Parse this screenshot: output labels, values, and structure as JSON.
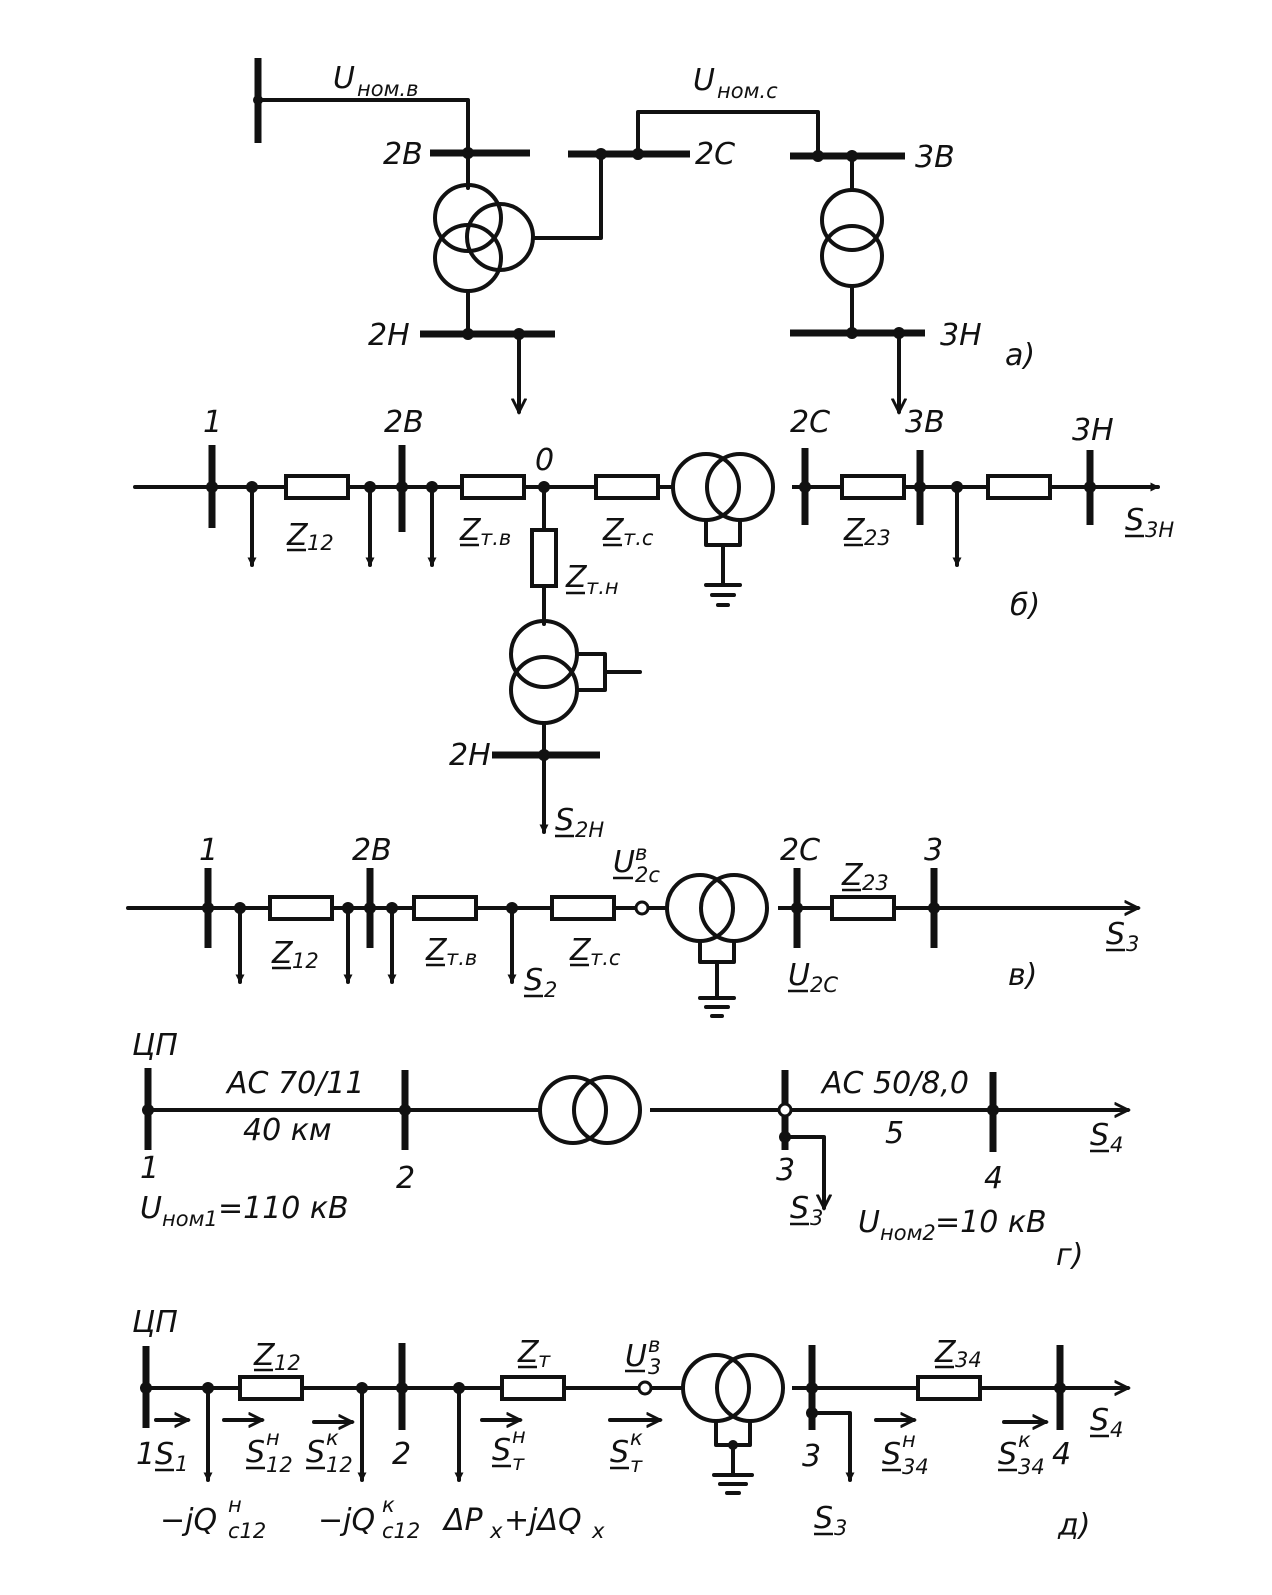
{
  "a": {
    "u_nom_v": "U",
    "u_nom_v_sub": "ном.в",
    "u_nom_s": "U",
    "u_nom_s_sub": "ном.с",
    "bus_2v": "2В",
    "bus_2s": "2С",
    "bus_3v": "3В",
    "bus_2n": "2Н",
    "bus_3n": "3Н",
    "tag": "а)"
  },
  "b": {
    "n1": "1",
    "n2v": "2В",
    "n0": "0",
    "n2s": "2С",
    "n3v": "3В",
    "n3n": "3Н",
    "n2n": "2Н",
    "z12": "Z",
    "z12_sub": "12",
    "ztv": "Z",
    "ztv_sub": "т.в",
    "zts": "Z",
    "zts_sub": "т.с",
    "ztn": "Z",
    "ztn_sub": "т.н",
    "z23": "Z",
    "z23_sub": "23",
    "s3n": "S",
    "s3n_sub": "3Н",
    "s2n": "S",
    "s2n_sub": "2Н",
    "tag": "б)"
  },
  "v": {
    "n1": "1",
    "n2v": "2В",
    "n2s": "2С",
    "n3": "3",
    "z12": "Z",
    "z12_sub": "12",
    "ztv": "Z",
    "ztv_sub": "т.в",
    "zts": "Z",
    "zts_sub": "т.с",
    "z23": "Z",
    "z23_sub": "23",
    "u2c_v": "U",
    "u2c_v_sup": "в",
    "u2c_v_sub": "2с",
    "u2c": "U",
    "u2c_sub": "2С",
    "s2": "S",
    "s2_sub": "2",
    "s3": "S",
    "s3_sub": "3",
    "tag": "в)"
  },
  "g": {
    "cp": "ЦП",
    "line1": "АС 70/11",
    "len1": "40 км",
    "line2": "АС 50/8,0",
    "len2": "5",
    "n1": "1",
    "n2": "2",
    "n3": "3",
    "n4": "4",
    "unom1": "U",
    "unom1_sub": "ном1",
    "unom1_val": "=110 кВ",
    "unom2": "U",
    "unom2_sub": "ном2",
    "unom2_val": "=10 кВ",
    "s3": "S",
    "s3_sub": "3",
    "s4": "S",
    "s4_sub": "4",
    "tag": "г)"
  },
  "d": {
    "cp": "ЦП",
    "n1": "1",
    "n2": "2",
    "n3": "3",
    "n4": "4",
    "z12": "Z",
    "z12_sub": "12",
    "zt": "Z",
    "zt_sub": "т",
    "z34": "Z",
    "z34_sub": "34",
    "u3v": "U",
    "u3v_sup": "в",
    "u3v_sub": "3",
    "s1": "S",
    "s1_sub": "1",
    "s12n": "S",
    "s12n_sup": "н",
    "s12n_sub": "12",
    "s12k": "S",
    "s12k_sup": "к",
    "s12k_sub": "12",
    "stn": "S",
    "stn_sup": "н",
    "stn_sub": "т",
    "stk": "S",
    "stk_sup": "к",
    "stk_sub": "т",
    "s34n": "S",
    "s34n_sup": "н",
    "s34n_sub": "34",
    "s34k": "S",
    "s34k_sup": "к",
    "s34k_sub": "34",
    "s3": "S",
    "s3_sub": "3",
    "s4": "S",
    "s4_sub": "4",
    "qc12n": "−jQ",
    "qc12n_sup": "н",
    "qc12n_sub": "с12",
    "qc12k": "−jQ",
    "qc12k_sup": "к",
    "qc12k_sub": "с12",
    "dp": "ΔP",
    "dp_sub": "x",
    "dq": "+jΔQ",
    "dq_sub": "x",
    "tag": "д)"
  }
}
